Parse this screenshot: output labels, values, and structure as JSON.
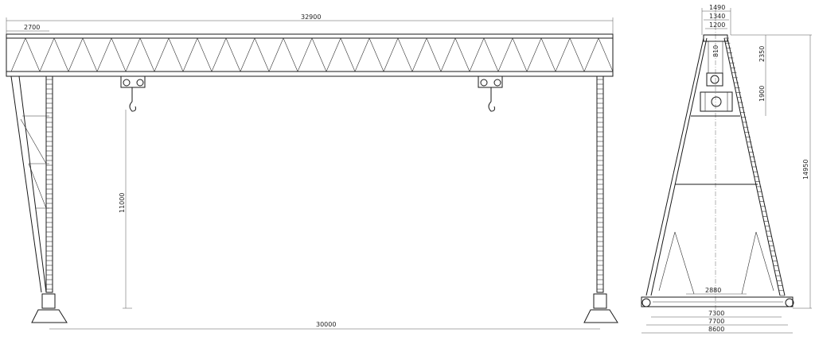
{
  "front_view": {
    "dims": {
      "overall_length": "32900",
      "cantilever": "2700",
      "lift_height": "11000",
      "span": "30000"
    }
  },
  "side_view": {
    "dims": {
      "top_outer": "1490",
      "top_mid": "1340",
      "top_inner": "1200",
      "beam_height": "2350",
      "hoist_height": "1900",
      "total_height": "14950",
      "brace_width": "2880",
      "base_1": "7300",
      "base_2": "7700",
      "base_3": "8600",
      "hook_label": "810"
    }
  }
}
